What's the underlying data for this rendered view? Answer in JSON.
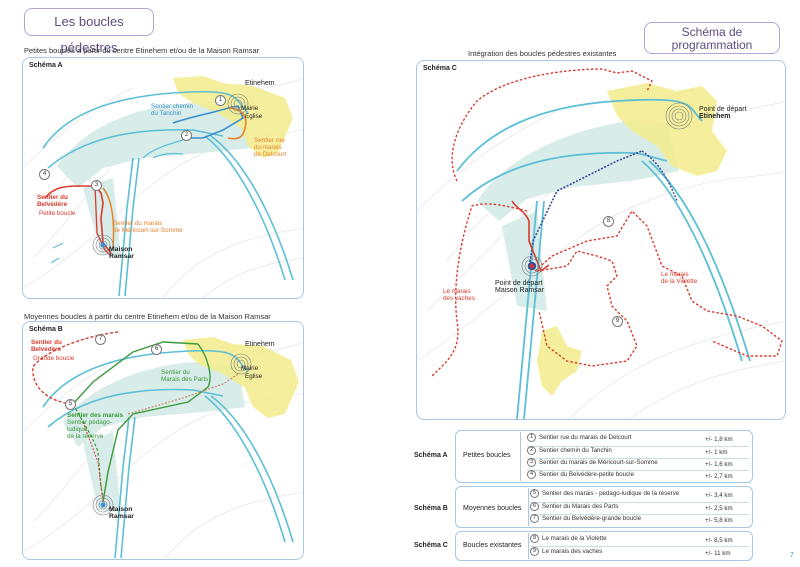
{
  "titles": {
    "left": "Les boucles pédestres",
    "right_line1": "Schéma de",
    "right_line2": "programmation"
  },
  "captions": {
    "a": "Petites boucles à partir du centre Etinehem et/ou de la Maison Ramsar",
    "b": "Moyennes boucles à partir du centre Etinehem et/ou de la Maison Ramsar",
    "c": "Intégration des boucles pédestres existantes"
  },
  "schema_a": {
    "label": "Schéma A",
    "etinehem": "Etinehem",
    "mairie": "Mairie",
    "eglise": "Eglise",
    "tanchin": [
      "Sentier chemin",
      "du Tanchin"
    ],
    "delcourt": [
      "Sentier rue",
      "du marais",
      "de Delcourt"
    ],
    "belvedere": [
      "Sentier du",
      "Belvédère"
    ],
    "petite_boucle": "Petite boucle",
    "mericourt": [
      "Sentier du marais",
      "de Méricourt-sur-Somme"
    ],
    "maison": [
      "Maison",
      "Ramsar"
    ],
    "numbers": [
      "1",
      "2",
      "3",
      "4"
    ]
  },
  "schema_b": {
    "label": "Schéma B",
    "etinehem": "Etinehem",
    "mairie": "Mairie",
    "eglise": "Eglise",
    "belvedere": [
      "Sentier du",
      "Belvédère"
    ],
    "grande_boucle": "Grande boucle",
    "parts": [
      "Sentier du",
      "Marais des Parts"
    ],
    "marais": [
      "Sentier des marais",
      "Sentier pédago-",
      "ludique",
      "de la réserve"
    ],
    "maison": [
      "Maison",
      "Ramsar"
    ],
    "numbers": [
      "7",
      "6",
      "5"
    ]
  },
  "schema_c": {
    "label": "Schéma C",
    "depart_etinehem": [
      "Point de départ",
      "Etinehem"
    ],
    "depart_maison": [
      "Point de départ",
      "Maison Ramsar"
    ],
    "vaches": [
      "Le marais",
      "des vaches"
    ],
    "violette": [
      "Le marais",
      "de la Violette"
    ],
    "numbers": [
      "8",
      "9"
    ]
  },
  "legend": {
    "groups": [
      {
        "schema": "Schéma A",
        "name": "Petites boucles",
        "rows": [
          {
            "n": "1",
            "label": "Sentier rue du marais de Delcourt",
            "dist": "+/- 1,8 km"
          },
          {
            "n": "2",
            "label": "Sentier chemin du Tanchin",
            "dist": "+/- 1 km"
          },
          {
            "n": "3",
            "label": "Sentier du marais de Méricourt-sur-Somme",
            "dist": "+/- 1,6 km"
          },
          {
            "n": "4",
            "label": "Sentier du Belvédère-petite boucle",
            "dist": "+/- 2,7 km"
          }
        ]
      },
      {
        "schema": "Schéma B",
        "name": "Moyennes boucles",
        "rows": [
          {
            "n": "5",
            "label": "Sentier des marais - pedago-ludique de la réserve",
            "dist": "+/- 3,4 km"
          },
          {
            "n": "6",
            "label": "Sentier du Marais des Parts",
            "dist": "+/- 2,5 km"
          },
          {
            "n": "7",
            "label": "Sentier du Belvédère-grande boucle",
            "dist": "+/- 5,8 km"
          }
        ]
      },
      {
        "schema": "Schéma C",
        "name": "Boucles existantes",
        "rows": [
          {
            "n": "8",
            "label": "Le marais de la Violette",
            "dist": "+/- 8,5 km"
          },
          {
            "n": "9",
            "label": "Le marais des vaches",
            "dist": "+/- 11 km"
          }
        ]
      }
    ]
  },
  "page_number": "7",
  "colors": {
    "water": "#5bbfd6",
    "wetland": "#d8ece9",
    "village": "#f3ec8c",
    "trail_red": "#d83a2e",
    "trail_orange": "#e8822a",
    "trail_green": "#3a9a3a",
    "trail_blue": "#3a8fd0",
    "frame": "#a9c7e0"
  }
}
